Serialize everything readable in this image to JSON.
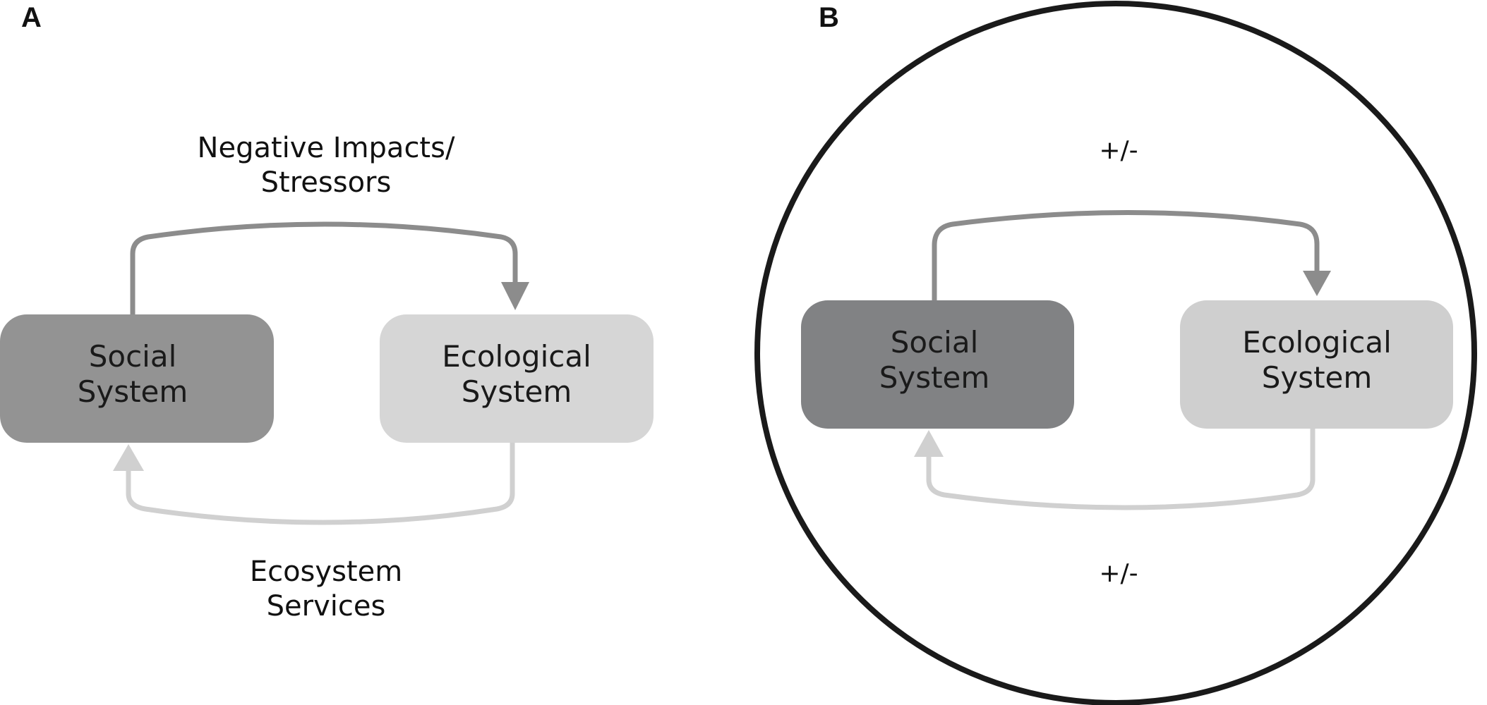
{
  "colors": {
    "social_box_a": "#939393",
    "ecological_box_a": "#d6d6d6",
    "social_box_b": "#818284",
    "ecological_box_b": "#cfcfcf",
    "top_arrow": "#8c8c8c",
    "bottom_arrow": "#d0d0d0",
    "circle": "#1a1a1a"
  },
  "panel_a": {
    "label": "A",
    "social_system": {
      "line1": "Social",
      "line2": "System"
    },
    "ecological_system": {
      "line1": "Ecological",
      "line2": "System"
    },
    "top_edge": {
      "line1": "Negative Impacts/",
      "line2": "Stressors"
    },
    "bottom_edge": {
      "line1": "Ecosystem",
      "line2": "Services"
    }
  },
  "panel_b": {
    "label": "B",
    "social_system": {
      "line1": "Social",
      "line2": "System"
    },
    "ecological_system": {
      "line1": "Ecological",
      "line2": "System"
    },
    "top_sign": "+/-",
    "bottom_sign": "+/-"
  }
}
